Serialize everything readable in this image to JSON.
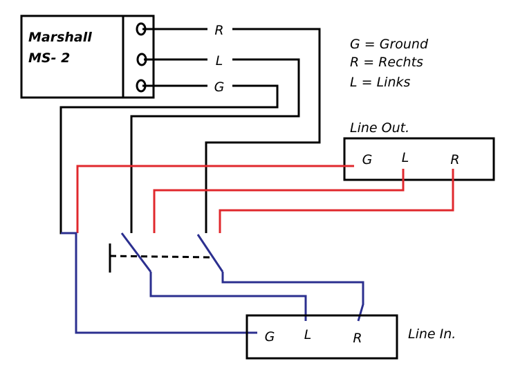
{
  "device": {
    "name_line1": "Marshall",
    "name_line2": "MS- 2",
    "terminal_r": "R",
    "terminal_l": "L",
    "terminal_g": "G"
  },
  "legend": {
    "ground": "G = Ground",
    "right": "R = Rechts",
    "left": "L = Links"
  },
  "line_out": {
    "title": "Line Out.",
    "g": "G",
    "l": "L",
    "r": "R"
  },
  "line_in": {
    "title": "Line In.",
    "g": "G",
    "l": "L",
    "r": "R"
  },
  "colors": {
    "black_wire": "#000000",
    "red_wire": "#e0282d",
    "blue_wire": "#2b2f8f"
  }
}
